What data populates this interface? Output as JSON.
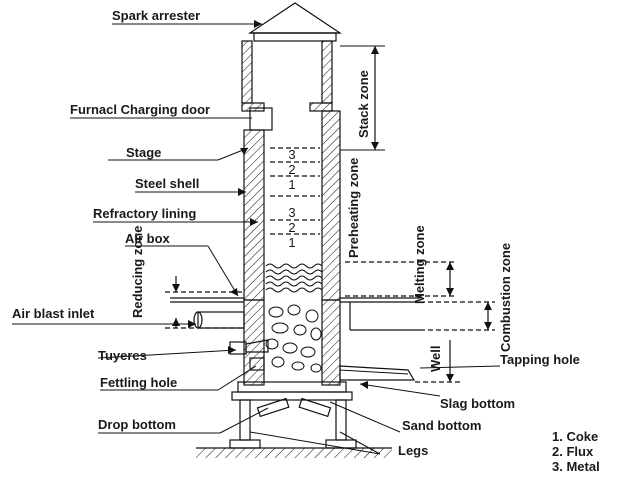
{
  "labels": {
    "spark_arrester": "Spark arrester",
    "charging_door": "Furnacl Charging door",
    "stage": "Stage",
    "steel_shell": "Steel shell",
    "refractory_lining": "Refractory lining",
    "air_box": "Air box",
    "air_blast_inlet": "Air blast inlet",
    "tuyeres": "Tuyeres",
    "fettling_hole": "Fettling hole",
    "drop_bottom": "Drop bottom",
    "stack_zone": "Stack zone",
    "preheating_zone": "Preheating zone",
    "reducing_zone": "Reducing zone",
    "melting_zone": "Melting zone",
    "combustion_zone": "Combustion zone",
    "well": "Well",
    "tapping_hole": "Tapping hole",
    "slag_bottom": "Slag bottom",
    "sand_bottom": "Sand bottom",
    "legs": "Legs"
  },
  "charge_layers": [
    "3",
    "2",
    "1",
    "3",
    "2",
    "1"
  ],
  "legend": [
    "1. Coke",
    "2. Flux",
    "3. Metal"
  ]
}
